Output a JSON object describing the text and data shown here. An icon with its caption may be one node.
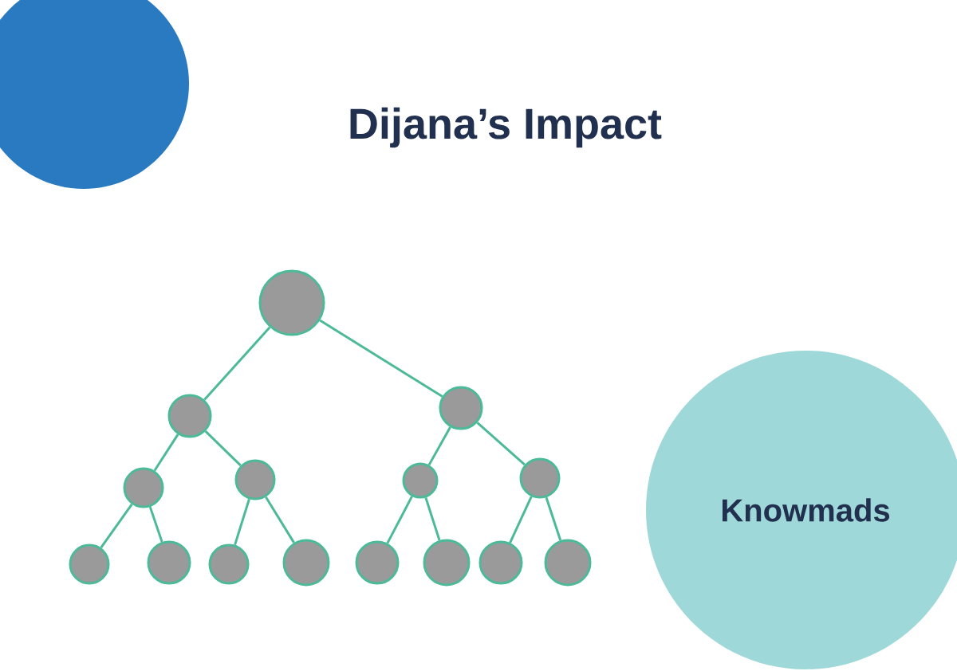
{
  "diagram": {
    "title": "Dijana’s Impact",
    "nodes": [
      {
        "text": [],
        "shape": "circle"
      },
      {
        "text": [],
        "shape": "circle"
      },
      {
        "text": [],
        "shape": "circle"
      },
      {
        "text": [],
        "shape": "circle"
      },
      {
        "text": [],
        "shape": "circle"
      },
      {
        "text": [],
        "shape": "circle"
      },
      {
        "text": [],
        "shape": "circle"
      },
      {
        "text": [],
        "shape": "circle"
      },
      {
        "text": [],
        "shape": "circle"
      },
      {
        "text": [],
        "shape": "circle"
      },
      {
        "text": [],
        "shape": "circle"
      },
      {
        "text": [],
        "shape": "circle"
      },
      {
        "text": [],
        "shape": "circle"
      },
      {
        "text": [],
        "shape": "circle"
      },
      {
        "text": [],
        "shape": "circle"
      },
      {
        "text": [
          "Knowmads"
        ]
      }
    ],
    "edges": [
      {
        "from": 0,
        "to": 1,
        "arrow": "none"
      },
      {
        "from": 0,
        "to": 2,
        "arrow": "none"
      },
      {
        "from": 1,
        "to": 3,
        "arrow": "none"
      },
      {
        "from": 1,
        "to": 4,
        "arrow": "none"
      },
      {
        "from": 2,
        "to": 5,
        "arrow": "none"
      },
      {
        "from": 2,
        "to": 6,
        "arrow": "none"
      },
      {
        "from": 3,
        "to": 7,
        "arrow": "none"
      },
      {
        "from": 3,
        "to": 8,
        "arrow": "none"
      },
      {
        "from": 4,
        "to": 9,
        "arrow": "none"
      },
      {
        "from": 4,
        "to": 10,
        "arrow": "none"
      },
      {
        "from": 5,
        "to": 11,
        "arrow": "none"
      },
      {
        "from": 5,
        "to": 12,
        "arrow": "none"
      },
      {
        "from": 6,
        "to": 13,
        "arrow": "none"
      },
      {
        "from": 6,
        "to": 14,
        "arrow": "none"
      }
    ]
  }
}
